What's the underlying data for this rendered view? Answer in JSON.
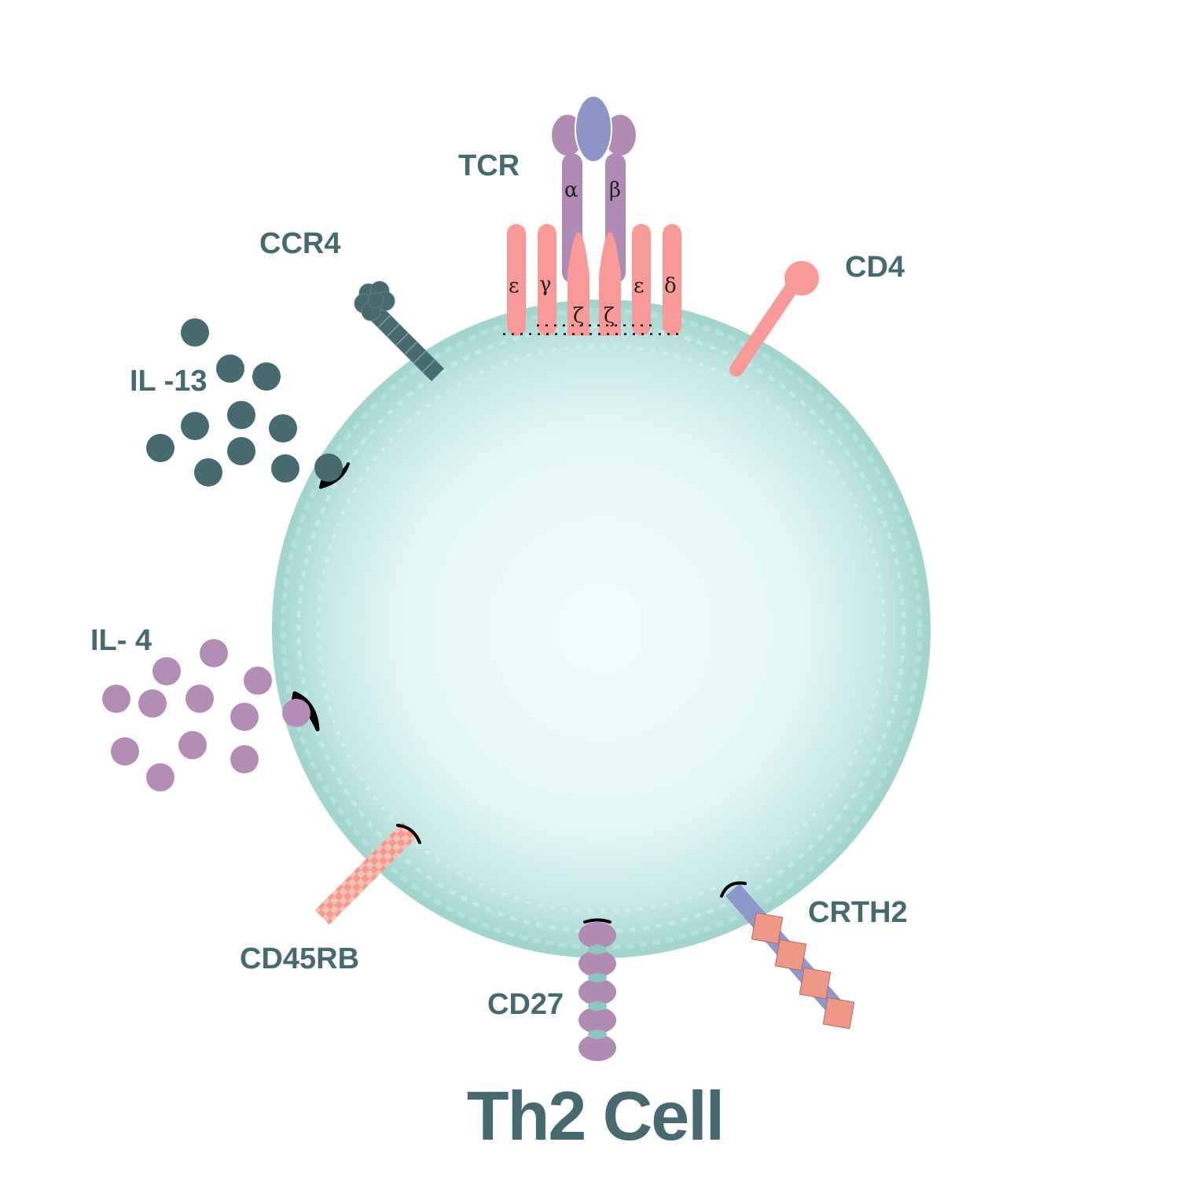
{
  "title": "Th2 Cell",
  "labels": {
    "tcr": "TCR",
    "ccr4": "CCR4",
    "cd4": "CD4",
    "il13": "IL -13",
    "il4": "IL- 4",
    "cd45rb": "CD45RB",
    "cd27": "CD27",
    "crth2": "CRTH2"
  },
  "tcr_chains": {
    "alpha": "α",
    "beta": "β",
    "epsilon_left": "ε",
    "gamma": "γ",
    "zeta_left": "ζ",
    "zeta_right": "ζ",
    "epsilon_right": "ε",
    "delta": "δ"
  },
  "colors": {
    "label": "#466a70",
    "cell_fill": "#e9fbfb",
    "cell_edge": "#9fcfc9",
    "cd3_pink": "#f89a98",
    "tcr_purple": "#b08cb4",
    "tcr_blue": "#8d95c7",
    "il13_dot": "#466a70",
    "il4_dot": "#b38db5",
    "crth2_square": "#ef9888",
    "crth2_rod": "#8e98cc"
  }
}
